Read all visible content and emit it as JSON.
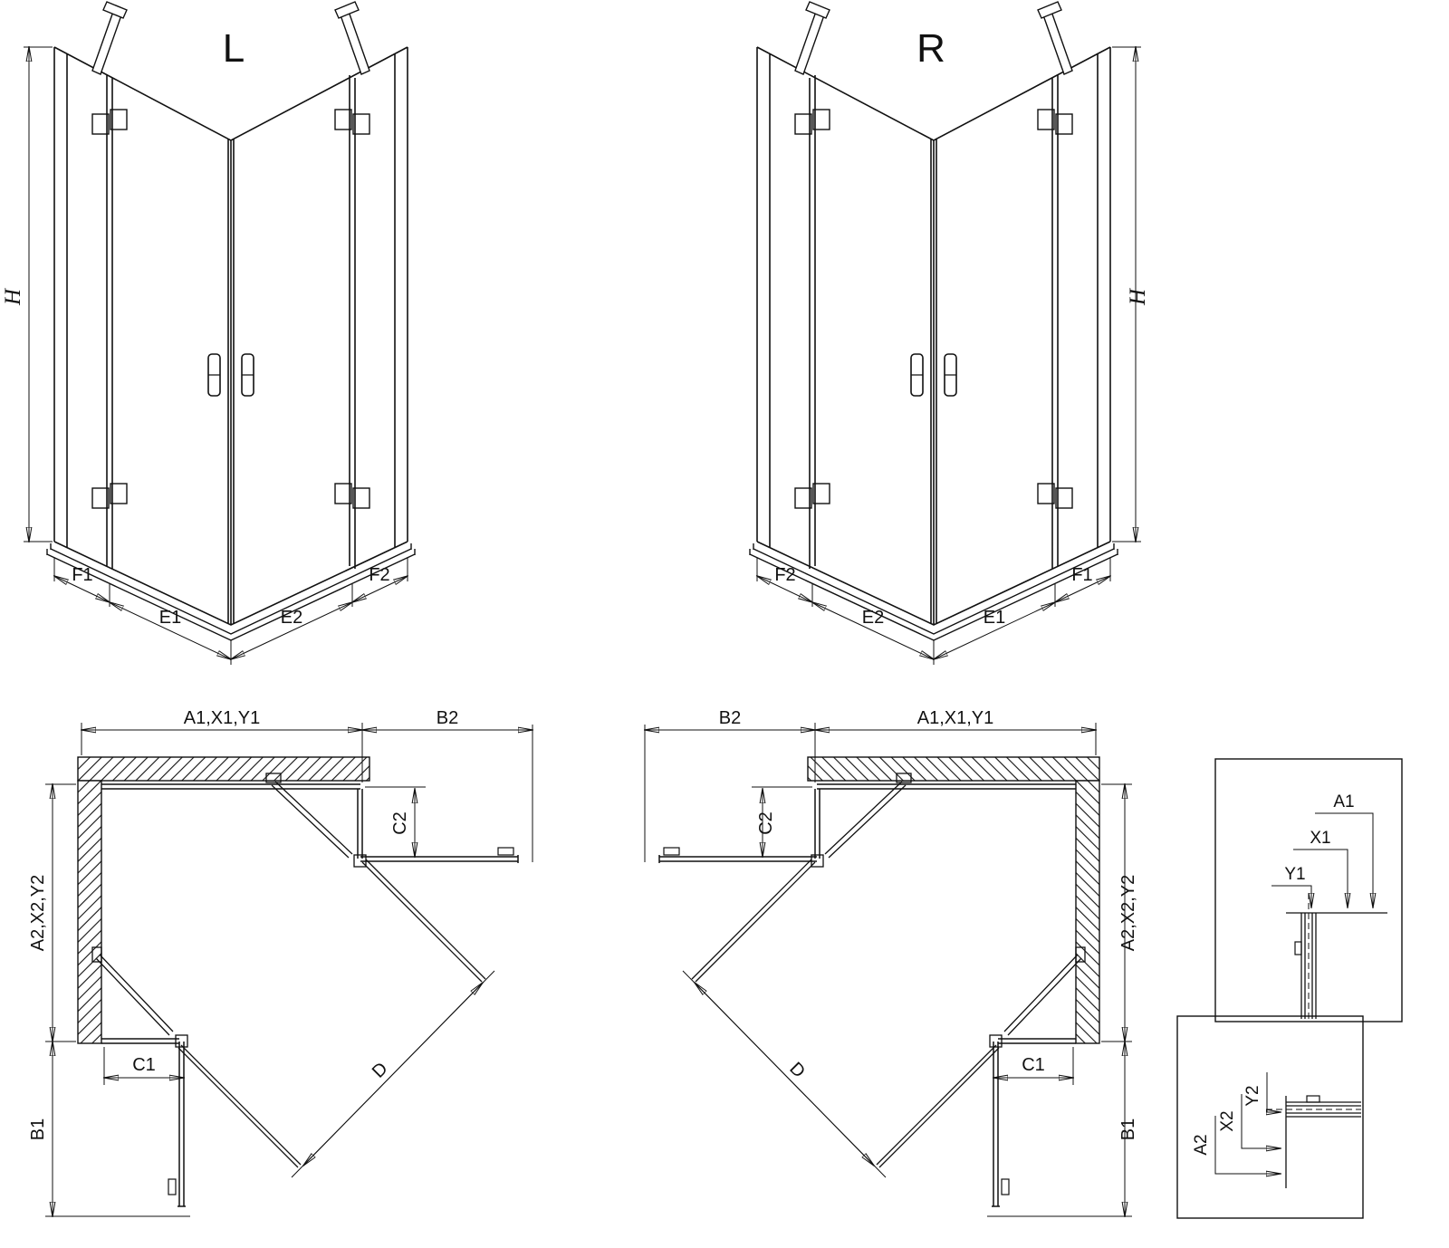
{
  "front_left": {
    "title": "L",
    "h": "H",
    "f1": "F1",
    "e1": "E1",
    "e2": "E2",
    "f2": "F2"
  },
  "front_right": {
    "title": "R",
    "h": "H",
    "f1": "F1",
    "e1": "E1",
    "e2": "E2",
    "f2": "F2"
  },
  "plan_left": {
    "width_top": "A1,X1,Y1",
    "door_b2": "B2",
    "return_c2": "C2",
    "depth_left": "A2,X2,Y2",
    "return_c1": "C1",
    "door_b1": "B1",
    "diagonal": "D"
  },
  "plan_right": {
    "width_top": "A1,X1,Y1",
    "door_b2": "B2",
    "return_c2": "C2",
    "depth_right": "A2,X2,Y2",
    "return_c1": "C1",
    "door_b1": "B1",
    "diagonal": "D"
  },
  "detail_width": {
    "a1": "A1",
    "x1": "X1",
    "y1": "Y1"
  },
  "detail_depth": {
    "a2": "A2",
    "x2": "X2",
    "y2": "Y2"
  },
  "colors": {
    "line": "#111111",
    "background": "#ffffff"
  }
}
